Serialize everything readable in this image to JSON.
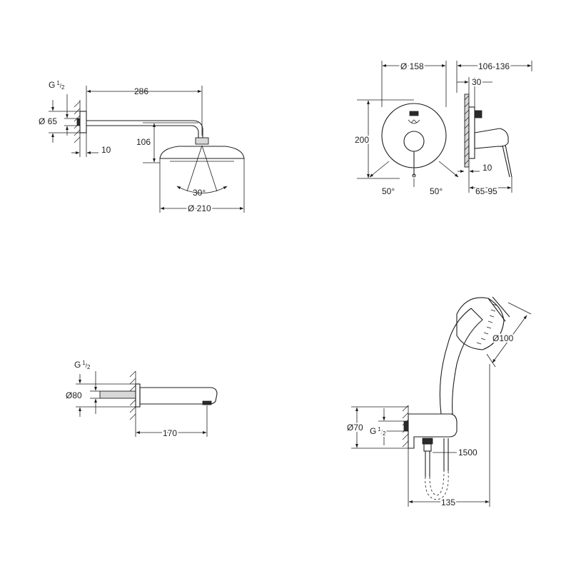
{
  "colors": {
    "line": "#1e1e1e",
    "background": "#ffffff",
    "fill_dark": "#2a2a2a",
    "fill_light": "#d8d8d8"
  },
  "shower_head": {
    "thread_label": "G",
    "thread_num": "1",
    "thread_den": "2",
    "flange_diameter": "Ø 65",
    "arm_length": "286",
    "wall_offset": "10",
    "head_drop": "106",
    "spray_angle": "30°",
    "head_diameter": "Ø 210"
  },
  "mixer": {
    "plate_diameter": "Ø 158",
    "depth_range": "106-136",
    "depth": "30",
    "height": "200",
    "spacing": "10",
    "left_angle": "50°",
    "right_angle": "50°",
    "install_range": "65-95"
  },
  "spout": {
    "thread_label": "G",
    "thread_num": "1",
    "thread_den": "2",
    "flange_diameter": "Ø80",
    "projection": "170"
  },
  "hand_shower": {
    "head_diameter": "Ø100",
    "elbow_diameter": "Ø70",
    "thread_label": "G",
    "thread_num": "1",
    "thread_den": "2",
    "hose_length": "1500",
    "projection": "135"
  }
}
